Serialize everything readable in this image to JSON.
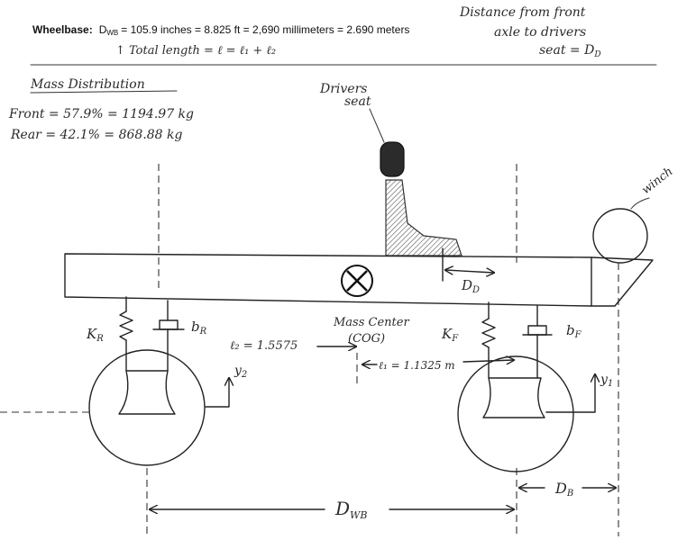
{
  "header": {
    "wheelbase_label": "Wheelbase:",
    "wheelbase_symbol": "D",
    "wheelbase_sub": "WB",
    "wheelbase_values": "= 105.9 inches = 8.825 ft = 2,690 millimeters = 2.690 meters",
    "total_length_note": "↑ Total length = ℓ = ℓ₁ + ℓ₂",
    "seat_distance_note_line1": "Distance from front",
    "seat_distance_note_line2": "axle to drivers",
    "seat_distance_note_line3": "seat = D",
    "seat_distance_note_sub": "D"
  },
  "mass_distribution": {
    "title": "Mass Distribution",
    "front_row": "Front = 57.9% = 1194.97 kg",
    "rear_row": "Rear = 42.1% = 868.88 kg"
  },
  "labels": {
    "drivers_seat_line1": "Drivers",
    "drivers_seat_line2": "seat",
    "winch": "winch",
    "mass_center_line1": "Mass Center",
    "mass_center_line2": "(COG)",
    "dd": "D",
    "dd_sub": "D",
    "kr": "K",
    "kr_sub": "R",
    "br": "b",
    "br_sub": "R",
    "kf": "K",
    "kf_sub": "F",
    "bf": "b",
    "bf_sub": "F",
    "l2": "ℓ₂ = 1.5575",
    "l1": "ℓ₁ = 1.1325 m",
    "y2": "y",
    "y2_sub": "2",
    "y1": "y",
    "y1_sub": "1",
    "dwb": "D",
    "dwb_sub": "WB",
    "db": "D",
    "db_sub": "B"
  }
}
